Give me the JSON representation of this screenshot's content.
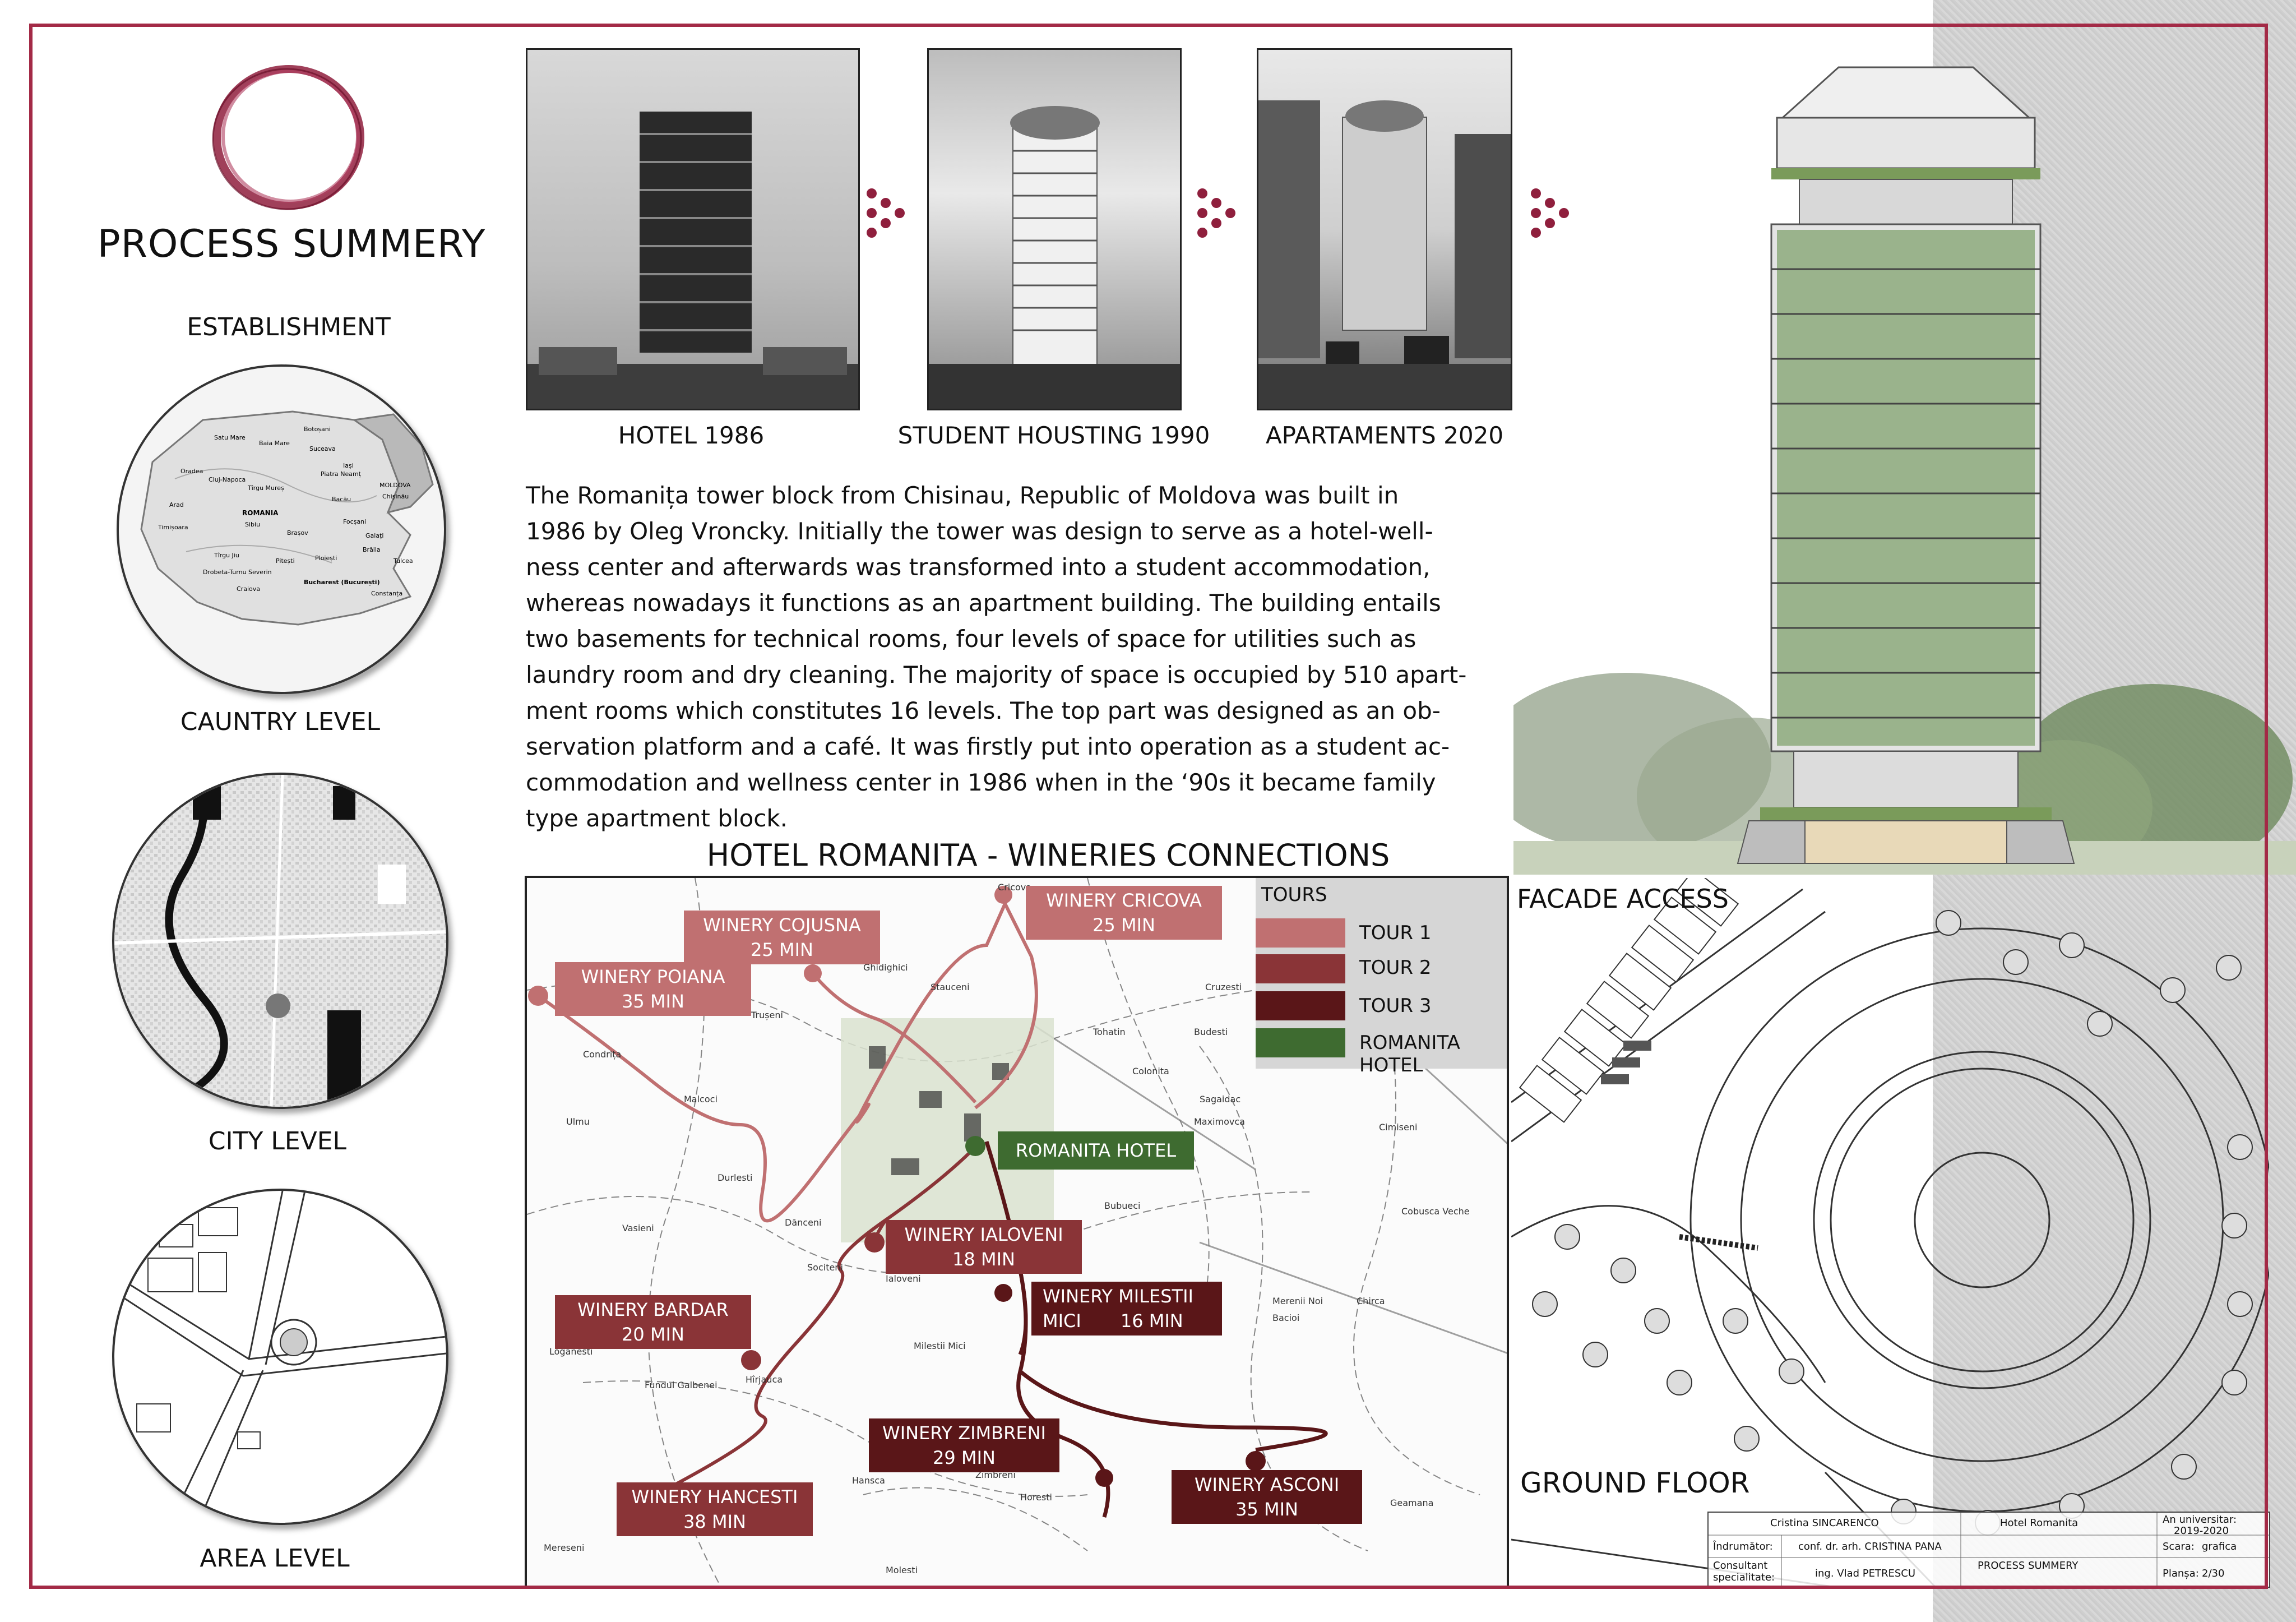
{
  "header": {
    "title": "PROCESS SUMMERY"
  },
  "sidebar": {
    "establishment": "ESTABLISHMENT",
    "levels": [
      "CAUNTRY LEVEL",
      "CITY LEVEL",
      "AREA LEVEL"
    ],
    "country_map_labels": [
      "ROMANIA",
      "MOLDOVA",
      "Cluj-Napoca",
      "Brașov",
      "Iași",
      "Timișoara",
      "Oradea",
      "Arad",
      "Sibiu",
      "Ploiești",
      "Galați",
      "Brăila",
      "Constanța",
      "Bucharest (București)",
      "Craiova",
      "Pitești",
      "Botoșani",
      "Chișinău",
      "Suceava",
      "Piatra Neamț",
      "Bacău",
      "Tîrgu Mureș",
      "Baia Mare",
      "Satu Mare",
      "Focșani",
      "Tîrgu Jiu",
      "Drobeta-Turnu Severin",
      "Tulcea"
    ]
  },
  "timeline": {
    "photos": [
      {
        "caption": "HOTEL 1986"
      },
      {
        "caption": "STUDENT HOUSTING 1990"
      },
      {
        "caption": "APARTAMENTS 2020"
      }
    ]
  },
  "description": {
    "lines": [
      "The Romanița tower block from Chisinau, Republic of Moldova was built in",
      "1986 by Oleg Vroncky. Initially the tower was design to serve as a hotel-well-",
      "ness center and afterwards was transformed into a student accommodation,",
      "whereas nowadays it functions as an apartment building. The building entails",
      "two basements for technical rooms, four levels of space for utilities such as",
      "laundry room and dry cleaning. The majority of space is occupied by 510 apart-",
      "ment rooms which constitutes 16 levels. The top part was designed as an ob-",
      "servation platform and a café. It was firstly put into operation as a student ac-",
      "commodation and wellness center in 1986 when in the ‘90s it became family",
      "type apartment block."
    ]
  },
  "map": {
    "title": "HOTEL ROMANITA - WINERIES CONNECTIONS",
    "legend": {
      "heading": "TOURS",
      "items": [
        {
          "label": "TOUR 1",
          "color": "#c07071"
        },
        {
          "label": "TOUR 2",
          "color": "#8a3437"
        },
        {
          "label": "TOUR 3",
          "color": "#5a1618"
        },
        {
          "label": "ROMANITA HOTEL",
          "color": "#3e6b30"
        }
      ]
    },
    "wineries": {
      "cojusna": [
        "WINERY COJUSNA",
        "25 MIN"
      ],
      "cricova": [
        "WINERY CRICOVA",
        "25 MIN"
      ],
      "poiana": [
        "WINERY POIANA",
        "35 MIN"
      ],
      "hotel": "ROMANITA HOTEL",
      "ialoveni": [
        "WINERY IALOVENI",
        "18 MIN"
      ],
      "milestii": [
        "WINERY MILESTII",
        "MICI",
        "16 MIN"
      ],
      "bardar": [
        "WINERY BARDAR",
        "20 MIN"
      ],
      "zimbreni": [
        "WINERY ZIMBRENI",
        "29 MIN"
      ],
      "hancesti": [
        "WINERY HANCESTI",
        "38 MIN"
      ],
      "asconi": [
        "WINERY ASCONI",
        "35 MIN"
      ]
    },
    "place_names": [
      "Cricova",
      "Ghidighici",
      "Trușeni",
      "Condrița",
      "Malcoci",
      "Ulmu",
      "Vasieni",
      "Dănceni",
      "Sociteni",
      "Ialoveni",
      "Milestii Mici",
      "Loganesti",
      "Fundul Galbenei",
      "Hîrjauca",
      "Hansca",
      "Zimbreni",
      "Horesti",
      "Molesti",
      "Mereseni",
      "Geamana",
      "Merenii Noi",
      "Bacioi",
      "Chirca",
      "Cobusca Veche",
      "Bubueci",
      "Colonita",
      "Cruzesti",
      "Budesti",
      "Sagaidac",
      "Cimiseni",
      "Maximovca",
      "Tohatin",
      "Durlesti",
      "Stauceni"
    ]
  },
  "plan": {
    "facade_label": "FACADE ACCESS",
    "ground_label": "GROUND FLOOR"
  },
  "title_block": {
    "author": "Cristina SINCARENCO",
    "project": "Hotel Romanita",
    "year_label": "An universitar:",
    "year": "2019-2020",
    "tutor_label": "Îndrumător:",
    "tutor": "conf. dr. arh. CRISTINA PANA",
    "scale_label": "Scara:",
    "scale": "grafica",
    "consultant_label": "Consultant specialitate:",
    "consultant": "ing. Vlad PETRESCU",
    "sheet_title": "PROCESS SUMMERY",
    "sheet_label": "Planșa:",
    "sheet_no": "2/30"
  },
  "colors": {
    "frame": "#a32a46",
    "tour1": "#c07071",
    "tour2": "#8a3437",
    "tour3": "#5a1618",
    "hotel": "#3e6b30"
  }
}
